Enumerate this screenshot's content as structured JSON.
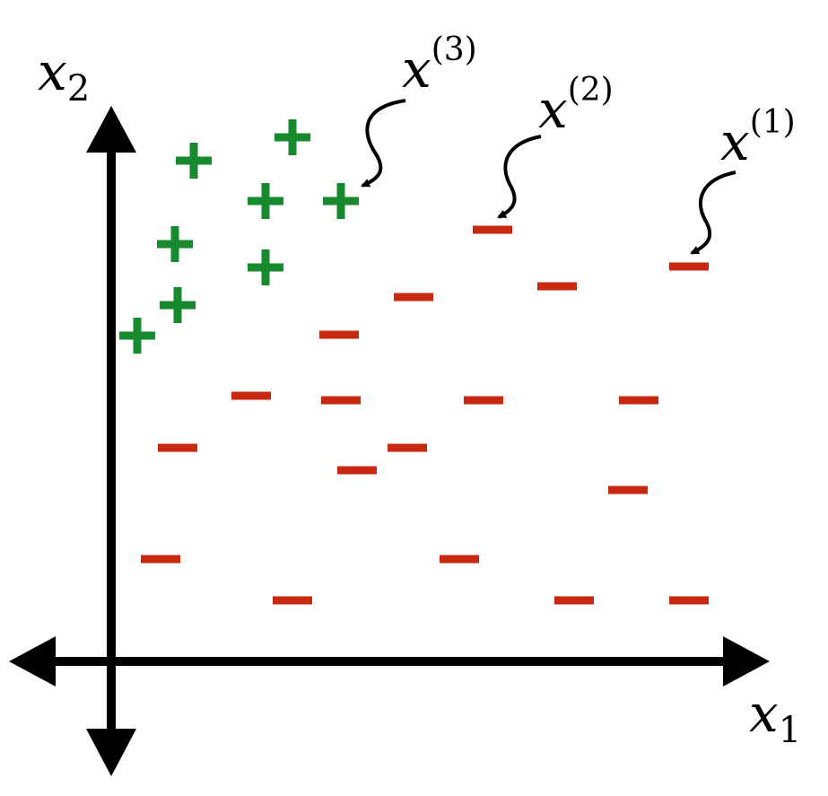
{
  "axes": {
    "x": {
      "base": "x",
      "subscript": "1"
    },
    "y": {
      "base": "x",
      "subscript": "2"
    }
  },
  "colors": {
    "positive": "#168a2c",
    "negative": "#c8280f",
    "axis": "#000000"
  },
  "markers": {
    "positive_symbol": "+",
    "negative_symbol": "−"
  },
  "callouts": [
    {
      "id": "1",
      "base": "x",
      "superscript": "(1)"
    },
    {
      "id": "2",
      "base": "x",
      "superscript": "(2)"
    },
    {
      "id": "3",
      "base": "x",
      "superscript": "(3)"
    }
  ]
}
